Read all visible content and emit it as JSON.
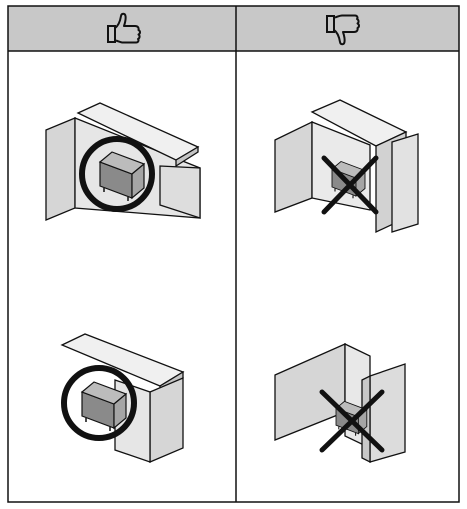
{
  "table": {
    "columns": [
      {
        "icon": "thumbs-up-icon"
      },
      {
        "icon": "thumbs-down-icon"
      }
    ],
    "colors": {
      "header_fill": "#c8c8c8",
      "wall_front": "#d6d6d6",
      "wall_side": "#e9e9e9",
      "wall_top": "#f2f2f2",
      "ink": "#111111"
    },
    "rows": [
      {
        "recommended": "unit-in-open-corner-circled",
        "not_recommended": "unit-in-enclosed-corner-crossed"
      },
      {
        "recommended": "unit-under-overhang-circled",
        "not_recommended": "unit-in-two-wall-corner-crossed"
      }
    ]
  }
}
